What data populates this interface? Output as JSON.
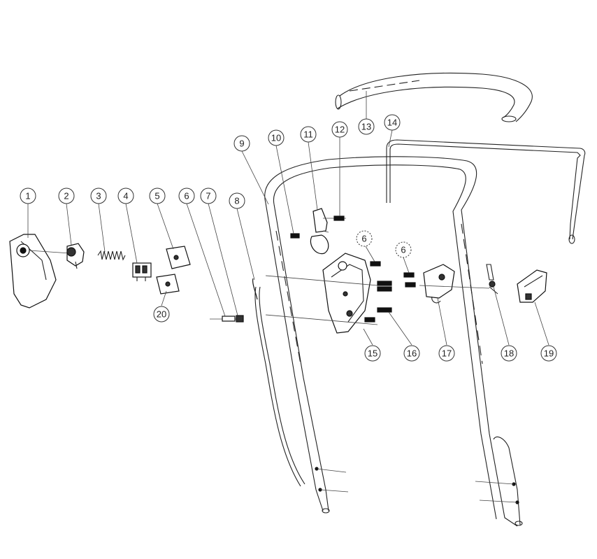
{
  "diagram": {
    "type": "exploded-parts-view",
    "callouts": [
      {
        "id": "c1",
        "label": "1"
      },
      {
        "id": "c2",
        "label": "2"
      },
      {
        "id": "c3",
        "label": "3"
      },
      {
        "id": "c4",
        "label": "4"
      },
      {
        "id": "c5",
        "label": "5"
      },
      {
        "id": "c6a",
        "label": "6"
      },
      {
        "id": "c7",
        "label": "7"
      },
      {
        "id": "c8",
        "label": "8"
      },
      {
        "id": "c9",
        "label": "9"
      },
      {
        "id": "c10",
        "label": "10"
      },
      {
        "id": "c11",
        "label": "11"
      },
      {
        "id": "c12",
        "label": "12"
      },
      {
        "id": "c13",
        "label": "13"
      },
      {
        "id": "c14",
        "label": "14"
      },
      {
        "id": "c6b",
        "label": "6"
      },
      {
        "id": "c6c",
        "label": "6"
      },
      {
        "id": "c15",
        "label": "15"
      },
      {
        "id": "c16",
        "label": "16"
      },
      {
        "id": "c17",
        "label": "17"
      },
      {
        "id": "c18",
        "label": "18"
      },
      {
        "id": "c19",
        "label": "19"
      },
      {
        "id": "c20",
        "label": "20"
      }
    ]
  }
}
